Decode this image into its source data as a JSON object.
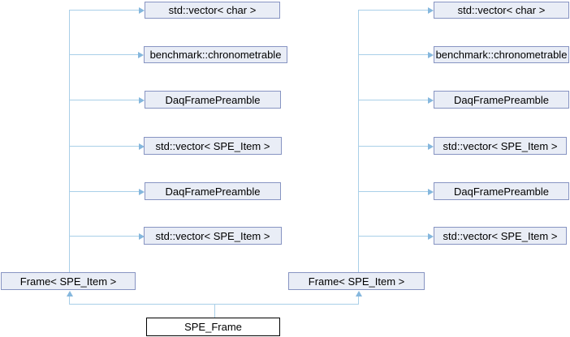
{
  "diagram": {
    "type": "class-collaboration-graph",
    "colors": {
      "node_fill": "#e9edf6",
      "node_border": "#8794c2",
      "edge_line": "#a9cfe8",
      "arrowhead": "#85b7dd",
      "main_node_border": "#000000",
      "background": "#ffffff",
      "text": "#000000"
    },
    "left_members": [
      "std::vector< char >",
      "benchmark::chronometrable",
      "DaqFramePreamble",
      "std::vector< SPE_Item >",
      "DaqFramePreamble",
      "std::vector< SPE_Item >"
    ],
    "right_members": [
      "std::vector< char >",
      "benchmark::chronometrable",
      "DaqFramePreamble",
      "std::vector< SPE_Item >",
      "DaqFramePreamble",
      "std::vector< SPE_Item >"
    ],
    "left_parent": "Frame< SPE_Item >",
    "right_parent": "Frame< SPE_Item >",
    "main_node": "SPE_Frame"
  }
}
